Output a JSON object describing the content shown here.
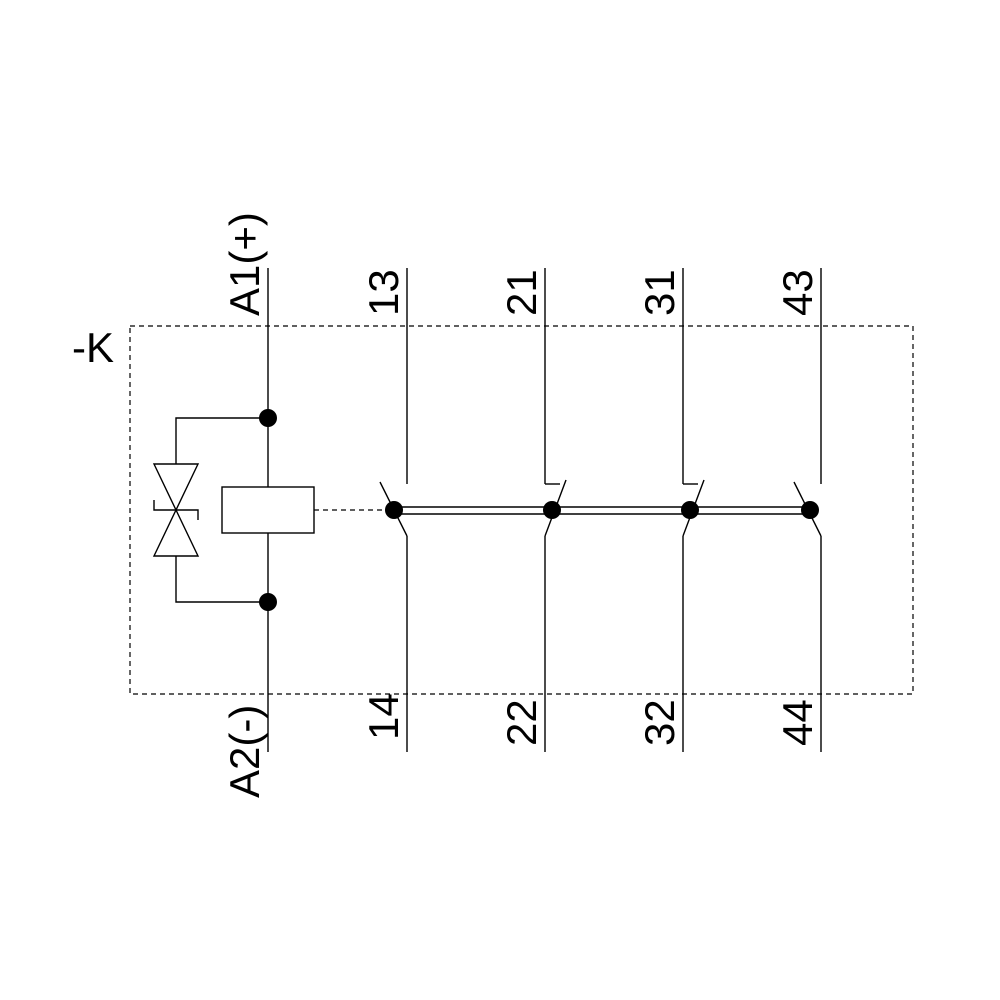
{
  "device_tag": "-K",
  "coil": {
    "terminal_top": "A1(+)",
    "terminal_bottom": "A2(-)"
  },
  "contacts": [
    {
      "top": "13",
      "bottom": "14",
      "type": "NO"
    },
    {
      "top": "21",
      "bottom": "22",
      "type": "NC"
    },
    {
      "top": "31",
      "bottom": "32",
      "type": "NC"
    },
    {
      "top": "43",
      "bottom": "44",
      "type": "NO"
    }
  ],
  "colors": {
    "line": "#000000",
    "background": "#ffffff"
  }
}
